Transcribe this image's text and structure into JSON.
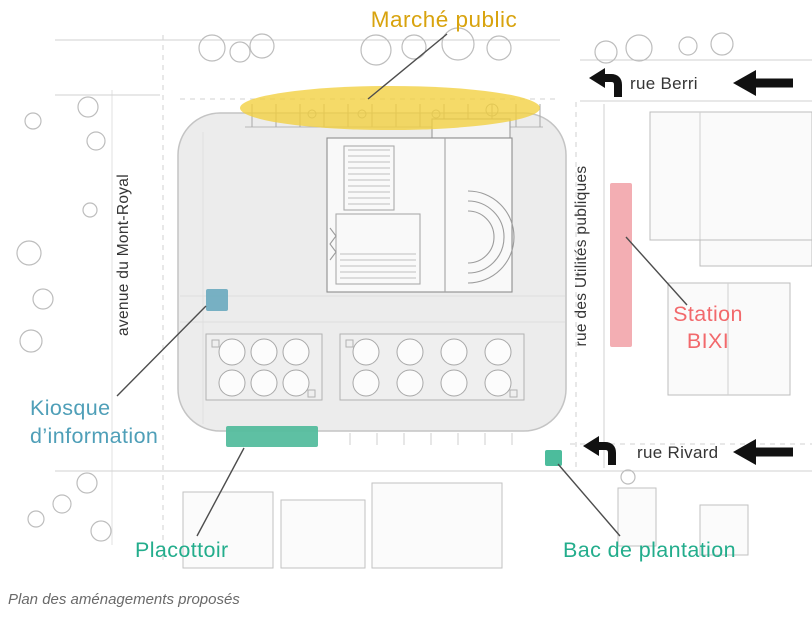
{
  "caption": "Plan des aménagements proposés",
  "annotations": {
    "marche_public": {
      "label": "Marché public",
      "color": "#D8A30E",
      "zone_color": "#F2CF3E"
    },
    "station_bixi": {
      "label_line1": "Station",
      "label_line2": "BIXI",
      "color": "#F2696C",
      "zone_color": "#F1A0A6"
    },
    "kiosque_information": {
      "label_line1": "Kiosque",
      "label_line2": "d’information",
      "color": "#4F9FB8",
      "zone_color": "#6CAABF"
    },
    "placottoir": {
      "label": "Placottoir",
      "color": "#23AD8C",
      "zone_color": "#55BD9E"
    },
    "bac_plantation": {
      "label": "Bac de plantation",
      "color": "#23AD8C",
      "zone_color": "#4CBC9C"
    }
  },
  "streets": {
    "rue_berri": "rue Berri",
    "rue_rivard": "rue Rivard",
    "rue_des_utilites_publiques": "rue des Utilités publiques",
    "avenue_du_mont_royal": "avenue du Mont-Royal",
    "street_label_color": "#353535"
  },
  "icons": {
    "arrow_left": "left-arrow",
    "arrow_turn_left": "turn-up-left-arrow"
  }
}
